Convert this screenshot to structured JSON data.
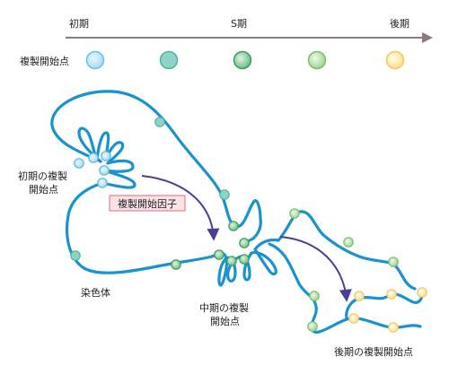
{
  "timeline": {
    "early_label": "初期",
    "s_label": "S期",
    "late_label": "後期",
    "origin_label": "複製開始点",
    "gradient_colors": [
      "#b9e3f5",
      "#7fd0c2",
      "#6cc47f",
      "#b8df7a",
      "#f7e7a0"
    ]
  },
  "labels": {
    "early_origin_line1": "初期の複製",
    "early_origin_line2": "開始点",
    "factor": "複製開始因子",
    "chromosome": "染色体",
    "mid_origin_line1": "中期の複製",
    "mid_origin_line2": "開始点",
    "late_origin": "後期の複製開始点"
  },
  "colors": {
    "chromosome": "#1a92d0",
    "arrow": "#4b3f93",
    "timeline_arrow": "#8a7b78",
    "factor_fill": "#fbe3e6",
    "factor_border": "#e36a7a",
    "early": "#a9dcf3",
    "early_center": "#e8f7fd",
    "mid": "#6fbf85",
    "mid_center": "#dff3e4",
    "late": "#fdf0a8",
    "late_center": "#fffdf0",
    "intermediate": "#9fd598",
    "intermediate_center": "#eef9ea"
  }
}
